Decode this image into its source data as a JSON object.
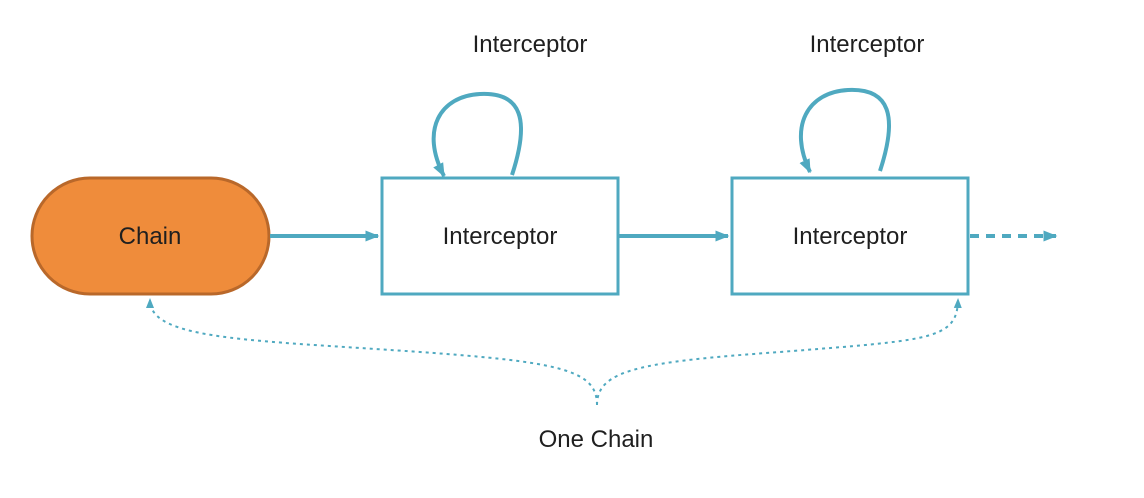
{
  "colors": {
    "chain_fill": "#ef8c3b",
    "chain_stroke": "#b9682a",
    "accent": "#4fa9c0",
    "text": "#1f1f1f"
  },
  "nodes": {
    "chain_label": "Chain",
    "interceptor_1_label": "Interceptor",
    "interceptor_2_label": "Interceptor"
  },
  "loops": {
    "loop_1_label": "Interceptor",
    "loop_2_label": "Interceptor"
  },
  "brace": {
    "label": "One Chain"
  }
}
